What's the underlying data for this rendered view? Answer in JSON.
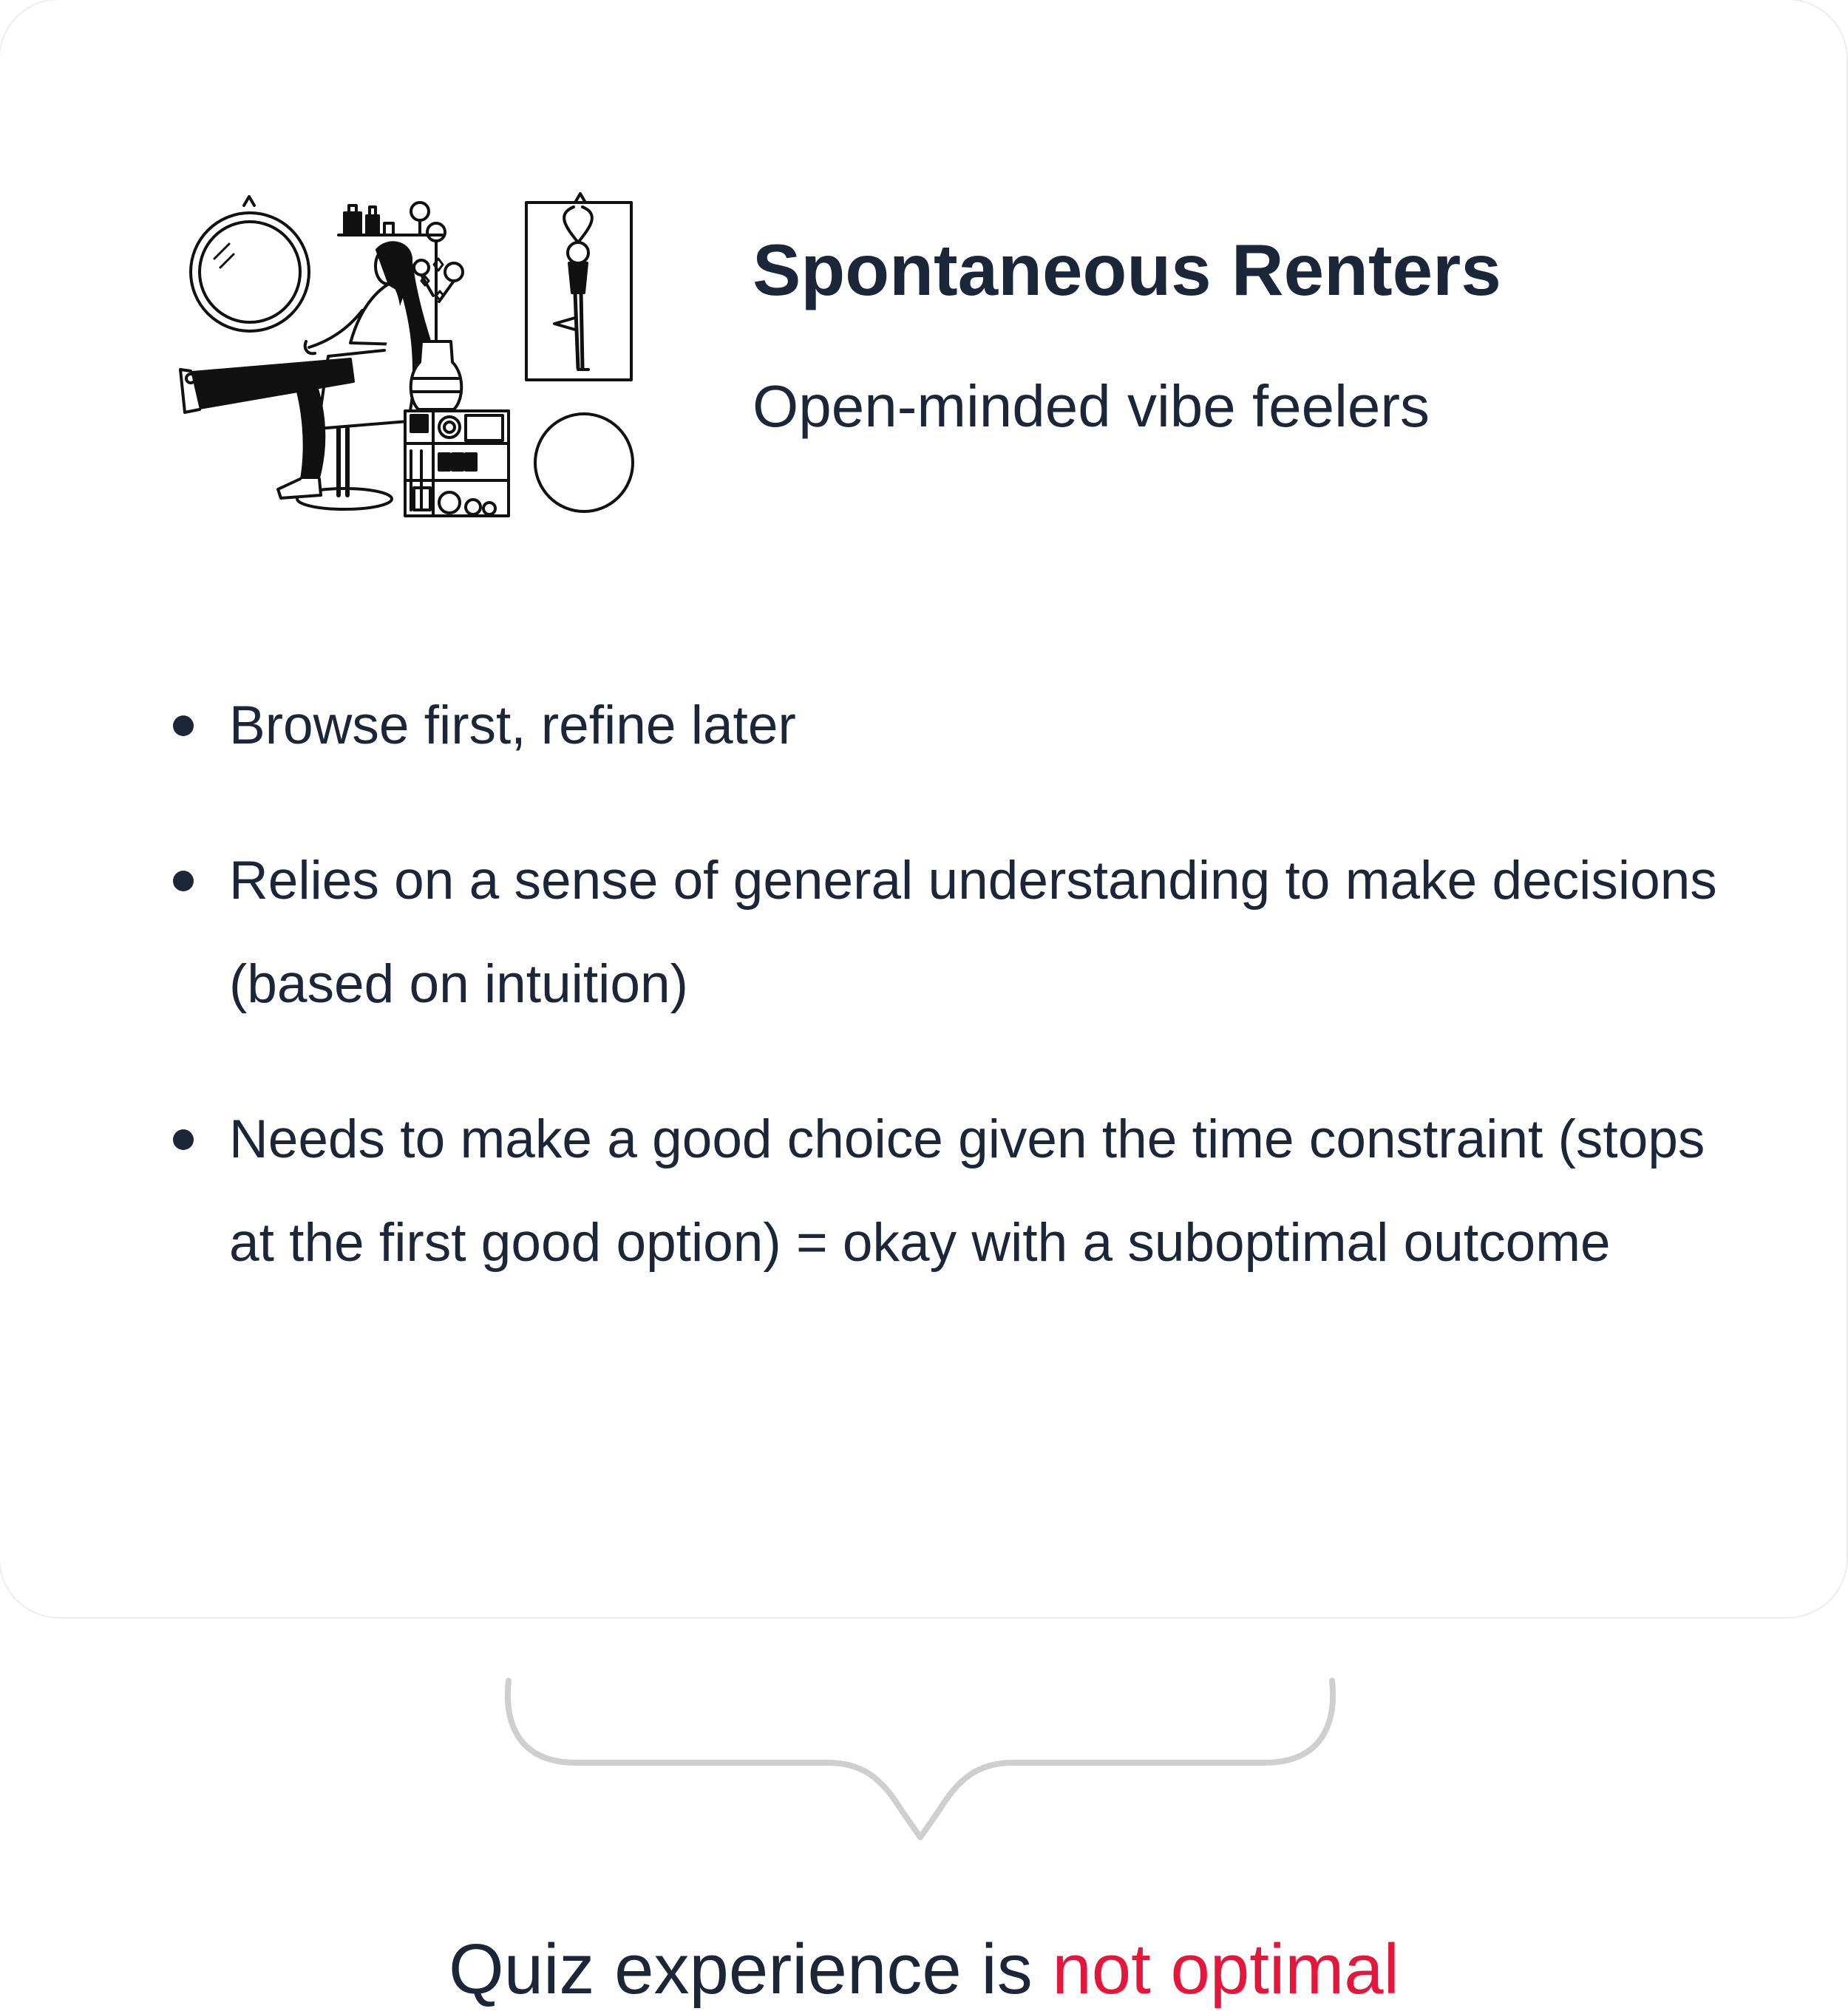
{
  "persona": {
    "name": "Spontaneous Renters",
    "tagline": "Open-minded vibe feelers"
  },
  "traits": [
    "Browse first, refine later",
    "Relies on a sense of general understanding to make decisions (based on intuition)",
    "Needs to make a good choice given the time constraint (stops at the first good option) = okay with a suboptimal outcome"
  ],
  "conclusion": {
    "prefix": "Quiz experience is ",
    "highlight": "not optimal"
  },
  "colors": {
    "text": "#1b2638",
    "highlight": "#e5163b",
    "brace": "#cfcfcf"
  },
  "icons": {
    "illustration": "person-relaxing-in-chair-illustration"
  }
}
